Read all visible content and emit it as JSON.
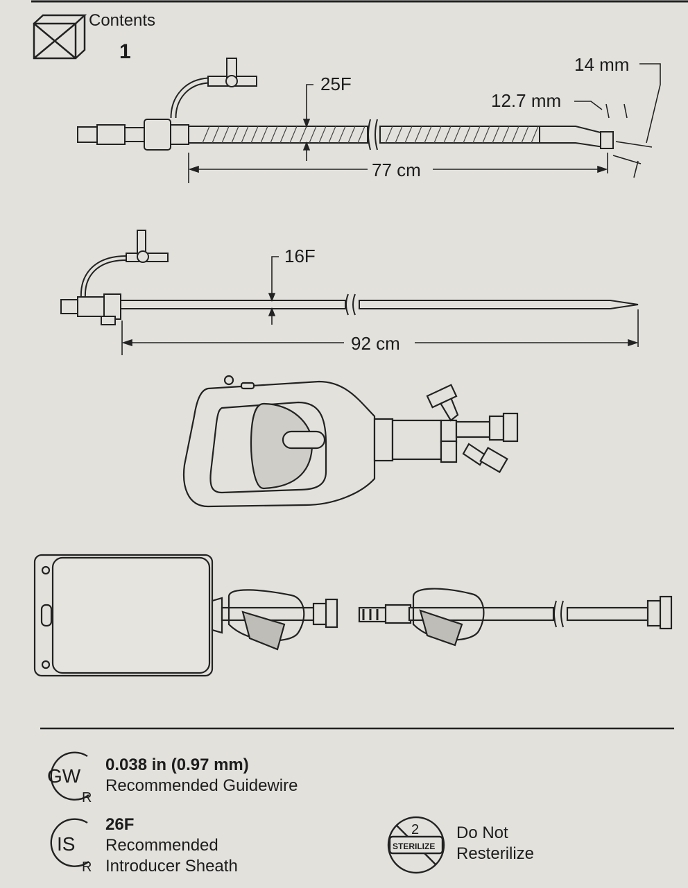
{
  "contents": {
    "label": "Contents",
    "count": "1"
  },
  "device_1": {
    "diameter": "25F",
    "length": "77 cm",
    "tip_inner": "12.7 mm",
    "tip_outer": "14 mm"
  },
  "device_2": {
    "diameter": "16F",
    "length": "92 cm"
  },
  "legend": {
    "guidewire": {
      "symbol": "GW",
      "sub": "R",
      "value": "0.038 in (0.97 mm)",
      "label": "Recommended Guidewire"
    },
    "sheath": {
      "symbol": "IS",
      "sub": "R",
      "value": "26F",
      "label_line1": "Recommended",
      "label_line2": "Introducer Sheath"
    },
    "no_resterilize": {
      "icon_number": "2",
      "icon_word": "STERILIZE",
      "label_line1": "Do Not",
      "label_line2": "Resterilize"
    }
  }
}
